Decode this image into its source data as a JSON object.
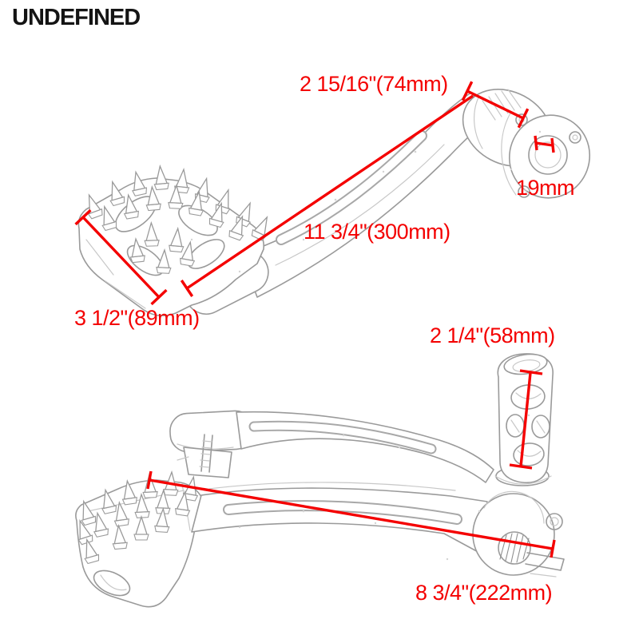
{
  "title": "UNDEFINED",
  "colors": {
    "accent-red": "#f40000",
    "sketch": "#9a9a9a",
    "sketch-light": "#c8c8c8",
    "title-text": "#141414",
    "background": "#ffffff"
  },
  "dims": {
    "d74": "2 15/16\"(74mm)",
    "d19": "19mm",
    "d300": "11 3/4\"(300mm)",
    "d89": "3 1/2\"(89mm)",
    "d58": "2 1/4\"(58mm)",
    "d222": "8 3/4\"(222mm)"
  }
}
